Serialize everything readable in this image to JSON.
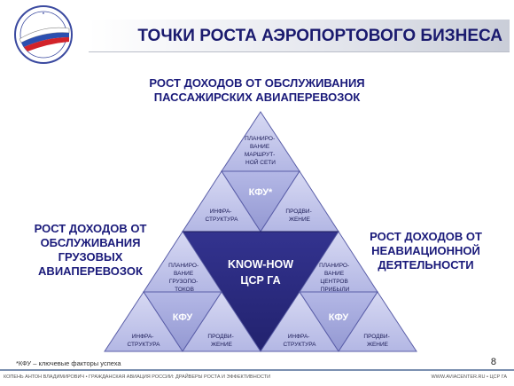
{
  "title": "ТОЧКИ РОСТА АЭРОПОРТОВОГО БИЗНЕСА",
  "heading_top": "РОСТ ДОХОДОВ ОТ ОБСЛУЖИВАНИЯ\nПАССАЖИРСКИХ АВИАПЕРЕВОЗОК",
  "heading_left": "РОСТ ДОХОДОВ ОТ\nОБСЛУЖИВАНИЯ\nГРУЗОВЫХ\nАВИАПЕРЕВОЗОК",
  "heading_right": "РОСТ ДОХОДОВ ОТ\nНЕАВИАЦИОННОЙ\nДЕЯТЕЛЬНОСТИ",
  "center": {
    "line1": "KNOW-HOW",
    "line2": "ЦСР ГА"
  },
  "top_group": {
    "planning": [
      "ПЛАНИРО-",
      "ВАНИЕ",
      "МАРШРУТ-",
      "НОЙ СЕТИ"
    ],
    "kfu": "КФУ*",
    "infra": [
      "ИНФРА-",
      "СТРУКТУРА"
    ],
    "promo": [
      "ПРОДВИ-",
      "ЖЕНИЕ"
    ]
  },
  "left_group": {
    "planning": [
      "ПЛАНИРО-",
      "ВАНИЕ",
      "ГРУЗОПО-",
      "ТОКОВ"
    ],
    "kfu": "КФУ",
    "infra": [
      "ИНФРА-",
      "СТРУКТУРА"
    ],
    "promo": [
      "ПРОДВИ-",
      "ЖЕНИЕ"
    ]
  },
  "right_group": {
    "planning": [
      "ПЛАНИРО-",
      "ВАНИЕ",
      "ЦЕНТРОВ",
      "ПРИБЫЛИ"
    ],
    "kfu": "КФУ",
    "infra": [
      "ИНФРА-",
      "СТРУКТУРА"
    ],
    "promo": [
      "ПРОДВИ-",
      "ЖЕНИЕ"
    ]
  },
  "footnote": "*КФУ – ключевые факторы успеха",
  "page_number": "8",
  "footer_left": "КОПЕНЬ АНТОН ВЛАДИМИРОВИЧ • ГРАЖДАНСКАЯ АВИАЦИЯ РОССИИ: ДРАЙВЕРЫ РОСТА И ЭФФЕКТИВНОСТИ",
  "footer_right": "WWW.AVIACENTER.RU • ЦСР ГА",
  "colors": {
    "title": "#1a1a6e",
    "heading": "#1a1a7a",
    "triangle_light": "#c6c9ec",
    "triangle_mid": "#9fa4da",
    "center": "#2d2d86",
    "edge": "#5a5ea8"
  }
}
